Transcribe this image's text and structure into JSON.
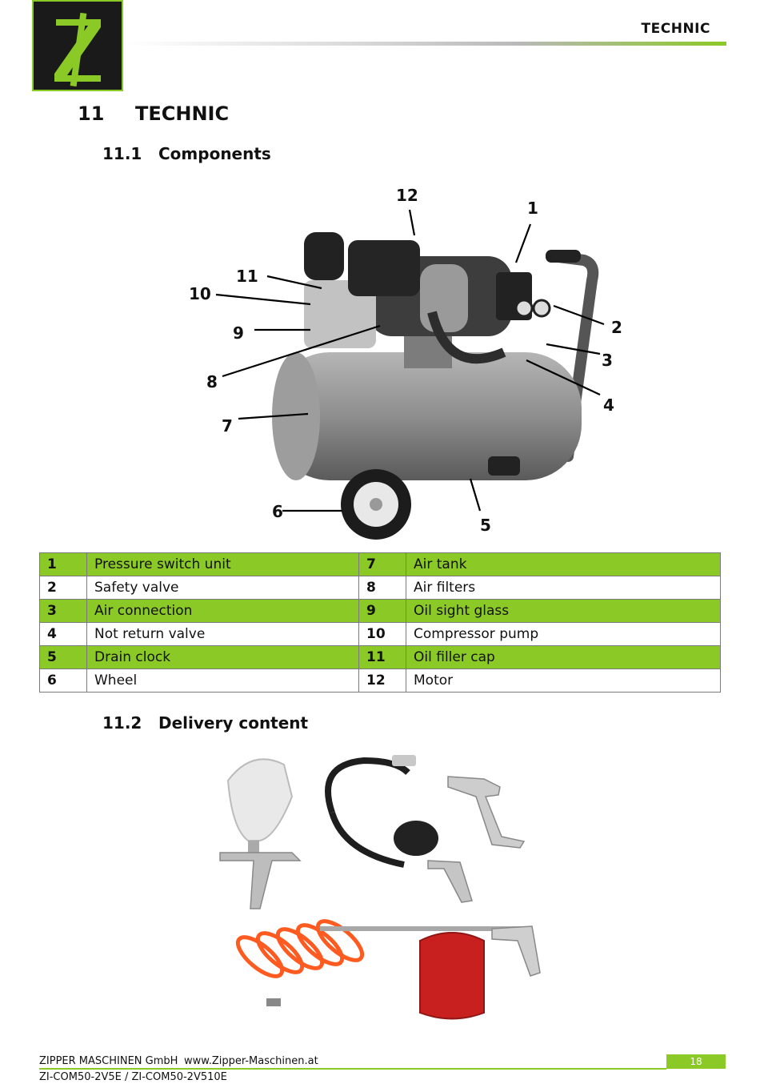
{
  "header": {
    "section_label": "TECHNIC"
  },
  "section": {
    "number": "11",
    "title": "TECHNIC"
  },
  "subsections": [
    {
      "number": "11.1",
      "title": "Components"
    },
    {
      "number": "11.2",
      "title": "Delivery content"
    }
  ],
  "callouts": [
    "1",
    "2",
    "3",
    "4",
    "5",
    "6",
    "7",
    "8",
    "9",
    "10",
    "11",
    "12"
  ],
  "parts_table": {
    "rows": [
      {
        "n1": "1",
        "d1": "Pressure switch unit",
        "n2": "7",
        "d2": "Air tank"
      },
      {
        "n1": "2",
        "d1": "Safety valve",
        "n2": "8",
        "d2": "Air filters"
      },
      {
        "n1": "3",
        "d1": "Air connection",
        "n2": "9",
        "d2": "Oil sight glass"
      },
      {
        "n1": "4",
        "d1": "Not return valve",
        "n2": "10",
        "d2": "Compressor pump"
      },
      {
        "n1": "5",
        "d1": "Drain clock",
        "n2": "11",
        "d2": "Oil filler cap"
      },
      {
        "n1": "6",
        "d1": "Wheel",
        "n2": "12",
        "d2": "Motor"
      }
    ]
  },
  "footer": {
    "company": "ZIPPER MASCHINEN GmbH",
    "url": "www.Zipper-Maschinen.at",
    "model": "ZI-COM50-2V5E / ZI-COM50-2V510E",
    "page": "18"
  },
  "colors": {
    "accent": "#8ac926",
    "logo_bg": "#1a1a1a"
  }
}
